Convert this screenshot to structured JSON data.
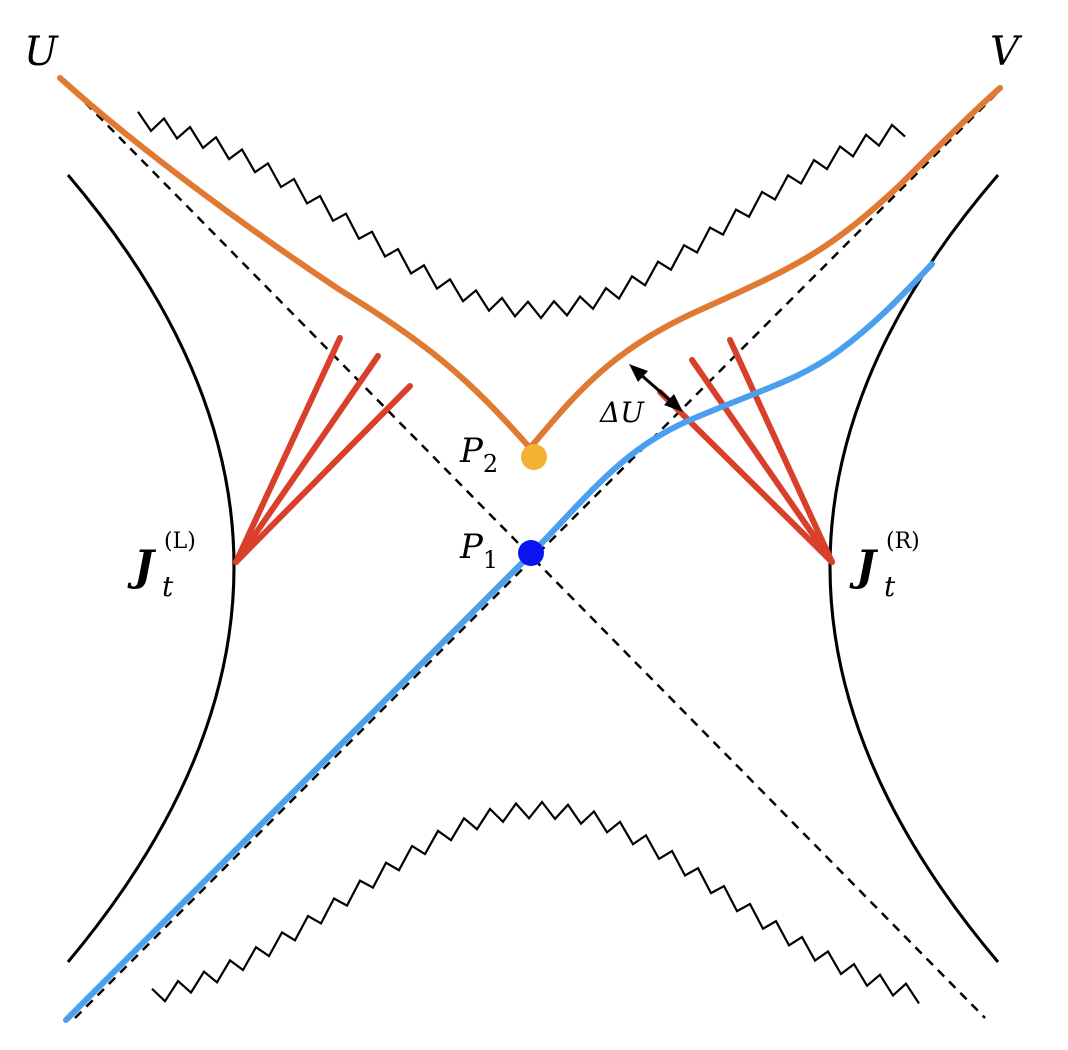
{
  "diagram": {
    "axis_labels": {
      "u": "U",
      "v": "V"
    },
    "points": {
      "p1": {
        "symbol": "P",
        "subscript": "1",
        "color": "#0a14f0"
      },
      "p2": {
        "symbol": "P",
        "subscript": "2",
        "color": "#f2b233"
      }
    },
    "boundaries": {
      "left": {
        "symbol": "J",
        "subscript": "t",
        "superscript": "(L)"
      },
      "right": {
        "symbol": "J",
        "subscript": "t",
        "superscript": "(R)"
      }
    },
    "separation": {
      "symbol": "ΔU"
    },
    "colors": {
      "orange_curve": "#e07a32",
      "blue_curve": "#4aa0ee",
      "red_rays": "#d9402b",
      "dashed_horizons": "#000000",
      "singularities": "#000000",
      "boundary_curves": "#000000"
    }
  }
}
